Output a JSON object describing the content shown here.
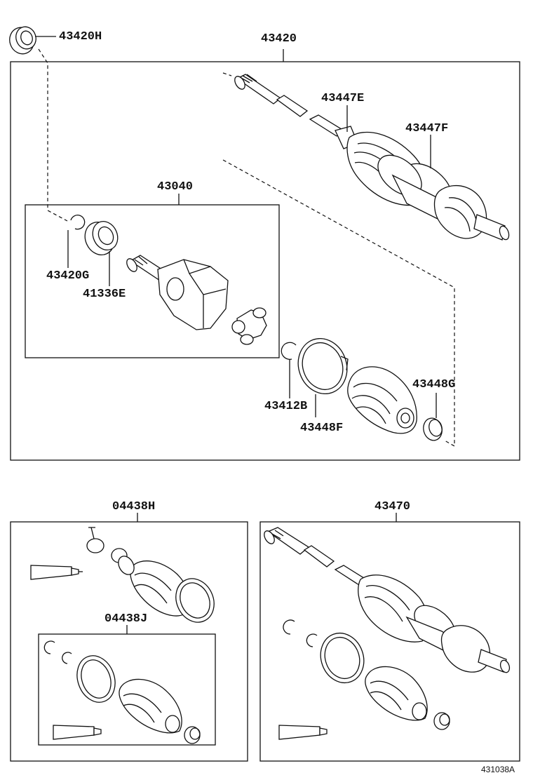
{
  "labels": {
    "l43420h": "43420H",
    "l43420": "43420",
    "l43447e": "43447E",
    "l43447f": "43447F",
    "l43040": "43040",
    "l43420g": "43420G",
    "l41336e": "41336E",
    "l43412b": "43412B",
    "l43448f": "43448F",
    "l43448g": "43448G",
    "l04438h": "04438H",
    "l04438j": "04438J",
    "l43470": "43470"
  },
  "footer": {
    "code": "431038A"
  },
  "colors": {
    "line": "#111111",
    "background": "#ffffff"
  }
}
